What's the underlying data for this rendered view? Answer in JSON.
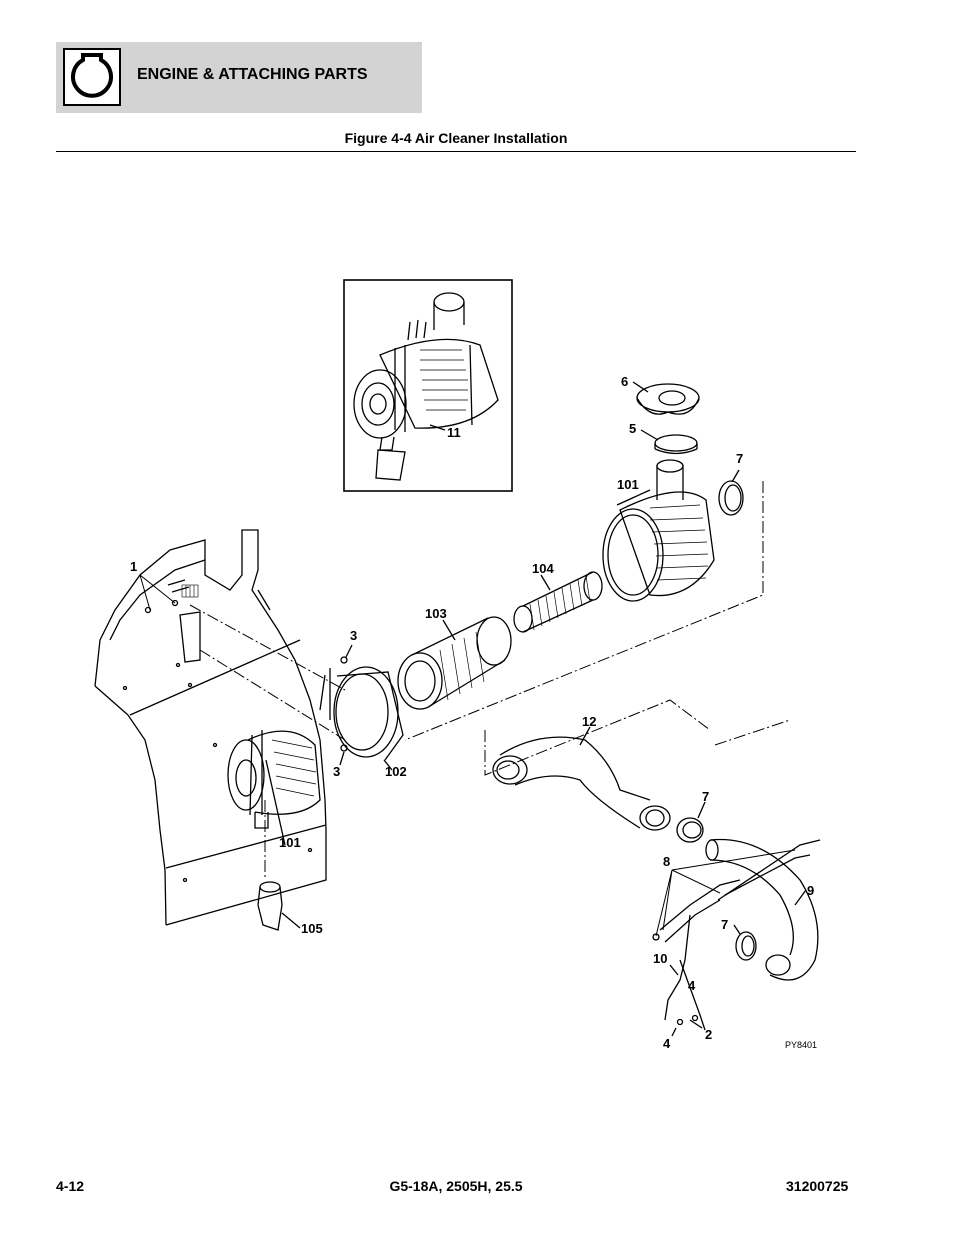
{
  "header": {
    "section_title": "ENGINE & ATTACHING PARTS",
    "icon": "engine-outline-icon"
  },
  "figure": {
    "title": "Figure 4-4 Air Cleaner Installation",
    "drawing_code": "PY8401",
    "callouts": {
      "c1": "1",
      "c2": "2",
      "c3a": "3",
      "c3b": "3",
      "c4a": "4",
      "c4b": "4",
      "c5": "5",
      "c6": "6",
      "c7a": "7",
      "c7b": "7",
      "c7c": "7",
      "c8": "8",
      "c9": "9",
      "c10": "10",
      "c11": "11",
      "c12": "12",
      "c101a": "101",
      "c101b": "101",
      "c102": "102",
      "c103": "103",
      "c104": "104",
      "c105": "105"
    }
  },
  "footer": {
    "page_number": "4-12",
    "models": "G5-18A, 2505H, 25.5",
    "doc_number": "31200725"
  }
}
